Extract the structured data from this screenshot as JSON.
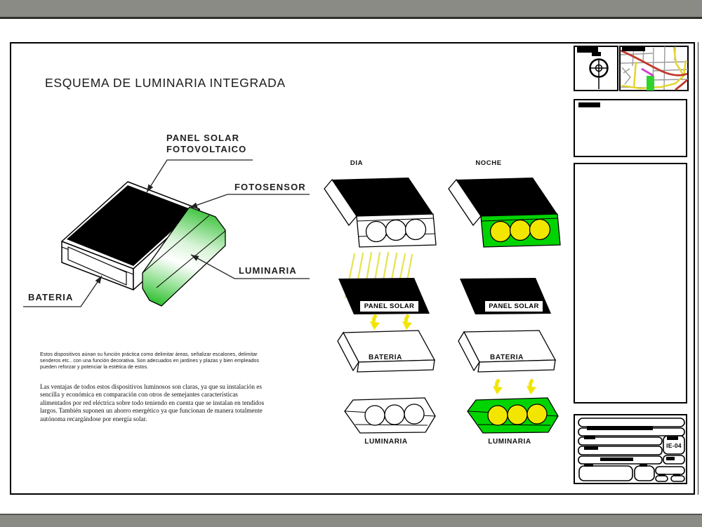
{
  "window": {
    "chrome_color": "#8b8b86"
  },
  "sheet": {
    "title": "ESQUEMA DE LUMINARIA INTEGRADA",
    "sheet_code": "IE-04"
  },
  "callouts": {
    "panel_solar_line1": "PANEL SOLAR",
    "panel_solar_line2": "FOTOVOLTAICO",
    "fotosensor": "FOTOSENSOR",
    "luminaria": "LUMINARIA",
    "bateria": "BATERIA"
  },
  "sequence": {
    "day_label": "DIA",
    "night_label": "NOCHE",
    "panel_tag": "PANEL SOLAR",
    "battery_tag": "BATERIA",
    "luminaire_tag": "LUMINARIA"
  },
  "notes": {
    "p1": "Estos dispositivos aúnan su función práctica como delimitar áreas, señalizar escalones, delimitar senderos etc.. con una función decorativa. Son adecuados en jardines y plazas y bien empleados pueden reforzar y potenciar la estética de estos.",
    "p2": "Las ventajas de todos estos dispositivos luminosos son claras, ya que su instalación es sencilla y económica en comparación con otros de semejantes características alimentados por red eléctrica sobre todo teniendo en cuenta que se instalan en tendidos largos. También suponen un ahorro energético ya que funcionan de manera totalmente autónoma recargándose por energía solar."
  },
  "colors": {
    "luminaire_green": "#00d400",
    "lamp_yellow": "#f2e600",
    "ray_yellow": "#e7e34e",
    "map_red": "#c0392b",
    "map_yellow": "#e3d52f",
    "map_magenta": "#cc44cc",
    "map_green": "#2ed32e"
  }
}
